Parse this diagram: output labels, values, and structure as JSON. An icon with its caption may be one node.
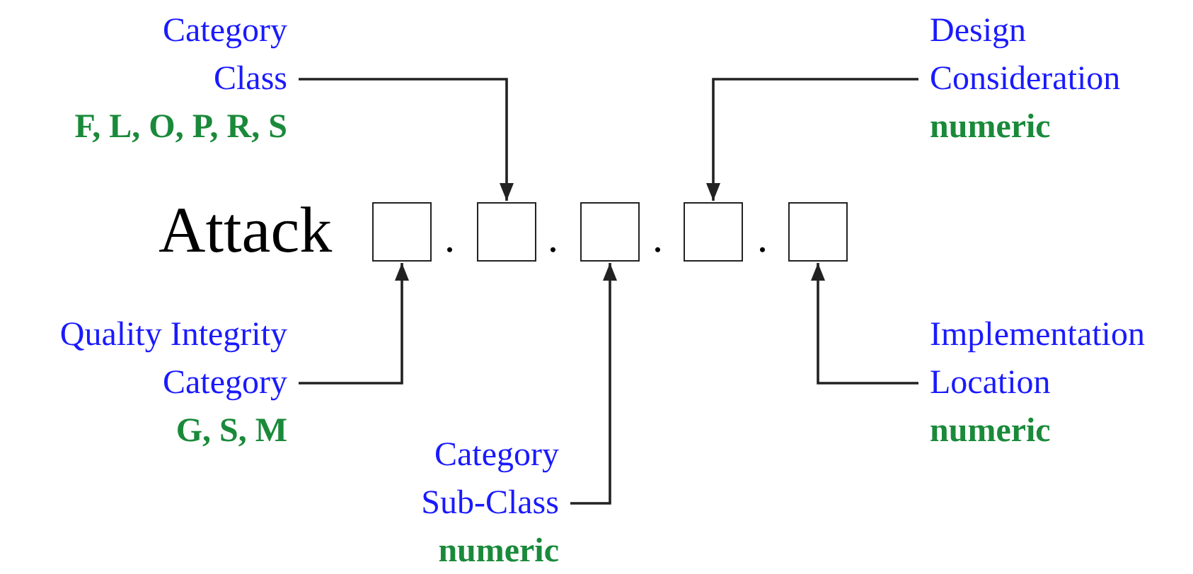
{
  "diagram": {
    "nodes": [
      {
        "text": [
          "Category Class",
          "F, L, O, P, R, S"
        ]
      },
      {
        "text": [
          "Design Consideration",
          "numeric"
        ]
      },
      {
        "text": [],
        "shape": "box"
      },
      {
        "text": [],
        "shape": "box"
      },
      {
        "text": [],
        "shape": "box"
      },
      {
        "text": [],
        "shape": "box"
      },
      {
        "text": [],
        "shape": "box"
      },
      {
        "text": [
          "Quality Integrity Category",
          "G, S, M"
        ]
      },
      {
        "text": [
          "Implementation Location",
          "numeric"
        ]
      },
      {
        "text": [
          "Category Sub-Class",
          "numeric"
        ]
      }
    ],
    "edges": [
      {
        "from": 0,
        "to": 3,
        "arrow": "to"
      },
      {
        "from": 1,
        "to": 5,
        "arrow": "to"
      },
      {
        "from": 7,
        "to": 2,
        "arrow": "to"
      },
      {
        "from": 9,
        "to": 4,
        "arrow": "to"
      },
      {
        "from": 8,
        "to": 6,
        "arrow": "to"
      }
    ],
    "labels": [
      "Attack",
      ".",
      ".",
      ".",
      "."
    ]
  }
}
